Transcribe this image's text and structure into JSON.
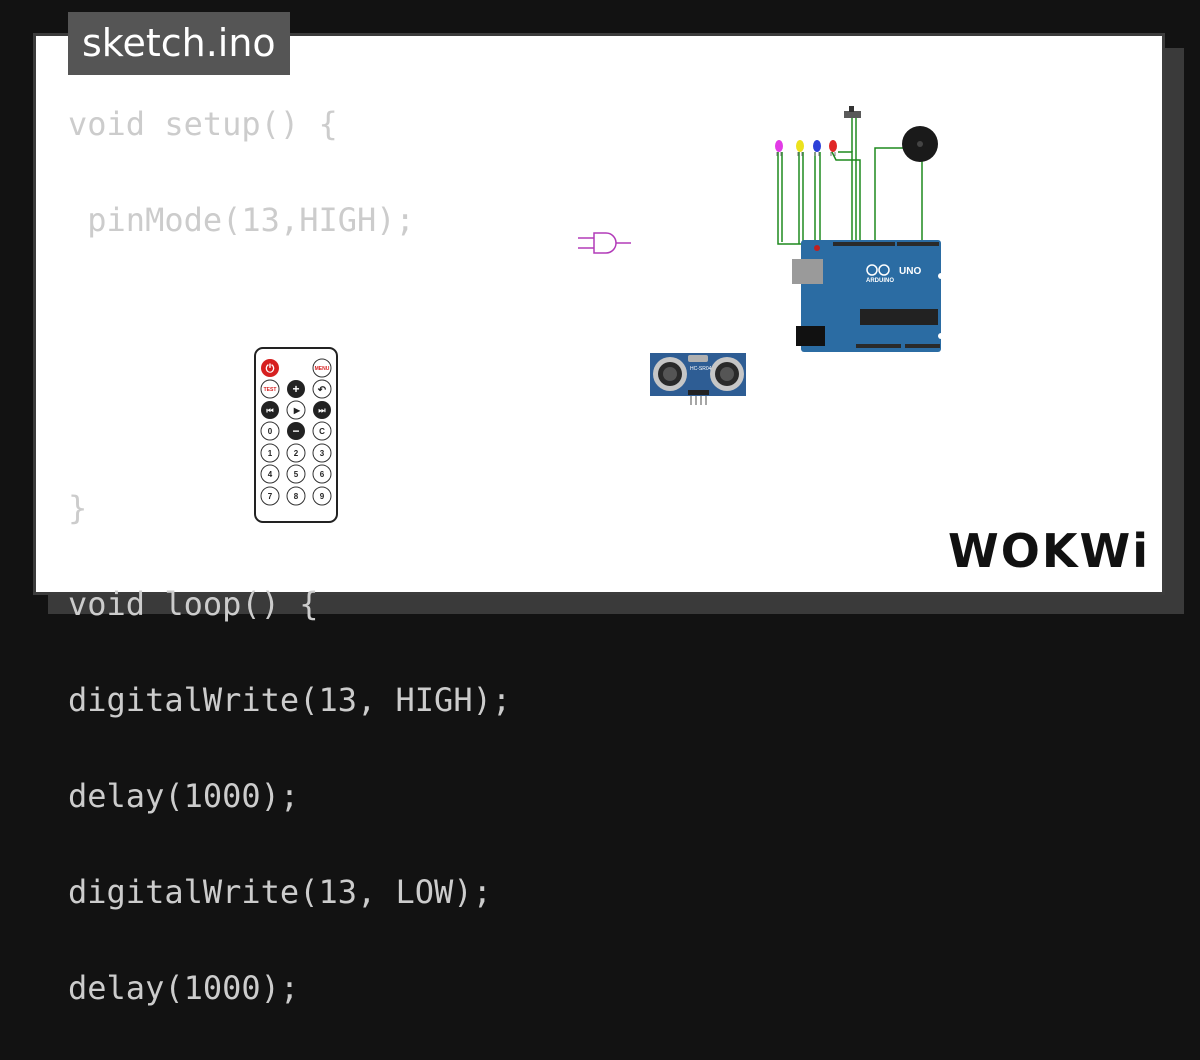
{
  "editor": {
    "filename": "sketch.ino",
    "code_lines": [
      "void setup() {",
      " pinMode(13,HIGH);",
      "",
      "",
      "}",
      "void loop() {",
      "digitalWrite(13, HIGH);",
      "delay(1000);",
      "digitalWrite(13, LOW);",
      "delay(1000);"
    ]
  },
  "brand": {
    "logo_text": "WOKWi"
  },
  "diagram": {
    "arduino": {
      "model": "UNO",
      "brand": "ARDUINO",
      "board_color": "#2b6ca3"
    },
    "ultrasonic_sensor": {
      "label": "HC-SR04",
      "board_color": "#2e5d94"
    },
    "ir_remote": {
      "keys": [
        [
          "power-icon",
          "MENU"
        ],
        [
          "TEST",
          "+",
          "back-icon"
        ],
        [
          "prev-icon",
          "play-icon",
          "next-icon"
        ],
        [
          "0",
          "−",
          "C"
        ],
        [
          "1",
          "2",
          "3"
        ],
        [
          "4",
          "5",
          "6"
        ],
        [
          "7",
          "8",
          "9"
        ]
      ]
    },
    "leds": [
      {
        "color": "#e23be6"
      },
      {
        "color": "#ece21d"
      },
      {
        "color": "#2d41d8"
      },
      {
        "color": "#e02626"
      }
    ],
    "wire_color": "#1f8a1f",
    "and_gate_color": "#b23bb9"
  }
}
